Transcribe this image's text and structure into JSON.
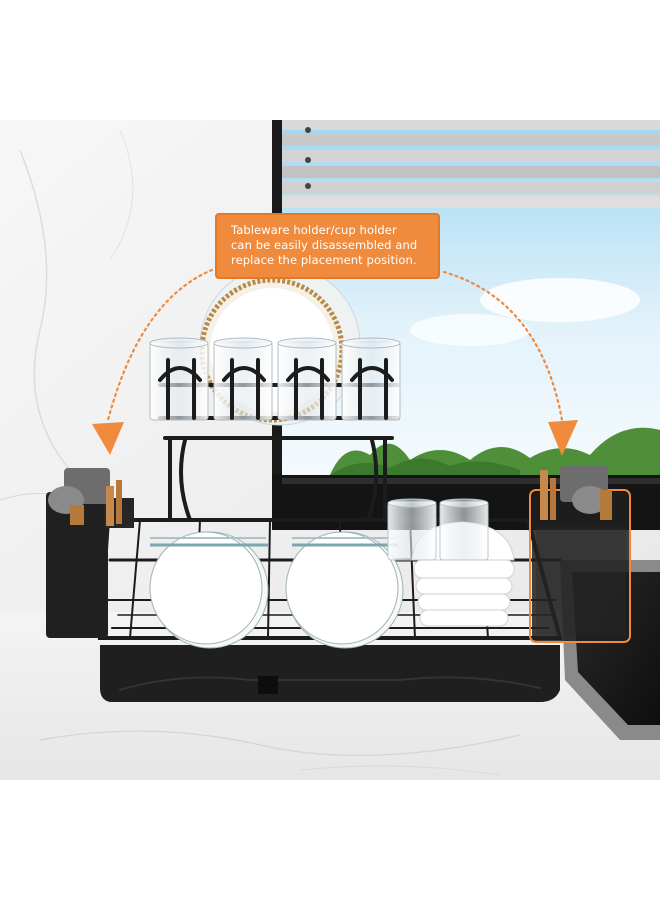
{
  "callout": {
    "lines": [
      "Tableware holder/cup holder",
      "can be easily disassembled and",
      "replace the placement position."
    ]
  },
  "colors": {
    "callout_bg": "#f08a3c",
    "rack": "#1c1c1c",
    "arrow": "#f08a3c",
    "sky": "#cfe9f7",
    "marble": "#f2f2f2"
  },
  "icons": {
    "left_arrow": "curved-dotted-arrow-down-left-icon",
    "right_arrow": "curved-dotted-arrow-down-right-icon"
  }
}
